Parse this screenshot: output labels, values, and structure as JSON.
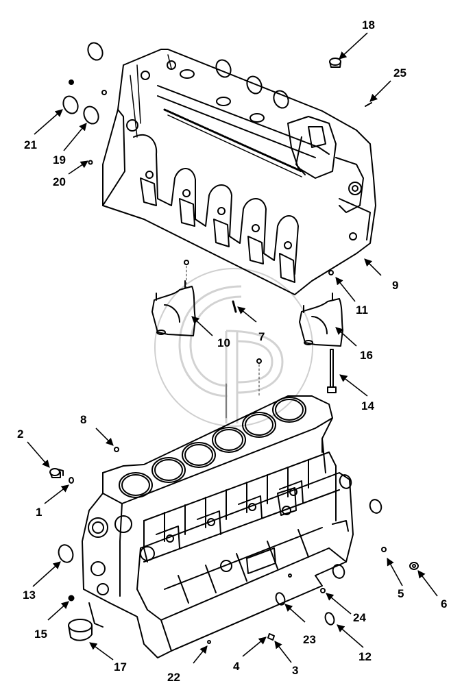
{
  "diagram": {
    "colors": {
      "ink": "#000000",
      "paper": "#ffffff",
      "watermark": "#c8c8c8"
    },
    "callouts": {
      "c1": "1",
      "c2": "2",
      "c3": "3",
      "c4": "4",
      "c5": "5",
      "c6": "6",
      "c7": "7",
      "c8": "8",
      "c9": "9",
      "c10": "10",
      "c11": "11",
      "c12": "12",
      "c13": "13",
      "c14": "14",
      "c15": "15",
      "c16": "16",
      "c17": "17",
      "c18": "18",
      "c19": "19",
      "c20": "20",
      "c21": "21",
      "c22": "22",
      "c23": "23",
      "c24": "24",
      "c25": "25"
    },
    "watermark_icon": "cp-logo-watermark"
  }
}
